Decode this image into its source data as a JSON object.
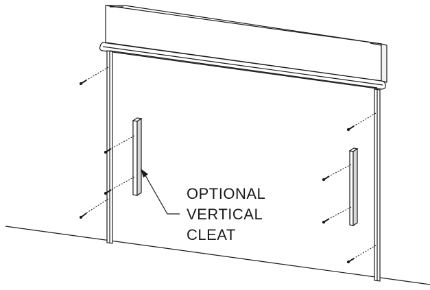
{
  "callout": {
    "lines": [
      "OPTIONAL",
      "VERTICAL",
      "CLEAT"
    ]
  },
  "colors": {
    "stroke": "#1a1a1a",
    "fill_light": "#f2f2f2",
    "fill_mid": "#d9d9d9",
    "background": "#ffffff"
  }
}
